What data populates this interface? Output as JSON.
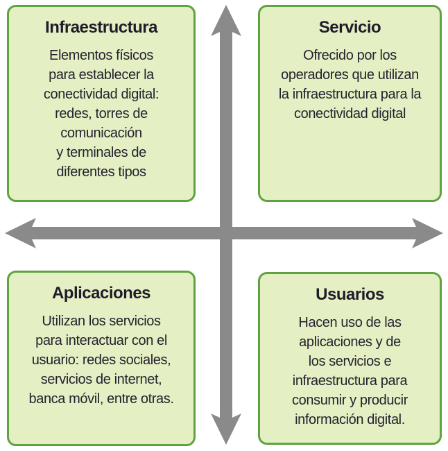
{
  "diagram": {
    "type": "four-quadrant-diagram",
    "axes": {
      "vertical": "double-headed-arrow-vertical",
      "horizontal": "double-headed-arrow-horizontal"
    }
  },
  "quadrants": [
    {
      "id": "infraestructura",
      "position": "top-left",
      "title": "Infraestructura",
      "body": "Elementos físicos\npara establecer la\nconectividad digital:\nredes, torres de\ncomunicación\ny terminales de\ndiferentes tipos"
    },
    {
      "id": "servicio",
      "position": "top-right",
      "title": "Servicio",
      "body": "Ofrecido por los\noperadores que utilizan\nla infraestructura para la\nconectividad digital"
    },
    {
      "id": "aplicaciones",
      "position": "bottom-left",
      "title": "Aplicaciones",
      "body": "Utilizan los servicios\npara interactuar con el\nusuario: redes sociales,\nservicios de internet,\nbanca móvil, entre otras."
    },
    {
      "id": "usuarios",
      "position": "bottom-right",
      "title": "Usuarios",
      "body": "Hacen uso de las\naplicaciones y de\nlos servicios e\ninfraestructura para\nconsumir y producir\ninformación digital."
    }
  ],
  "colors": {
    "background": "#ffffff",
    "box_fill": "#e4f0c3",
    "box_border": "#5ea33f",
    "arrow": "#8a8a8a",
    "title_text": "#1e1c2a",
    "body_text": "#24222f"
  }
}
